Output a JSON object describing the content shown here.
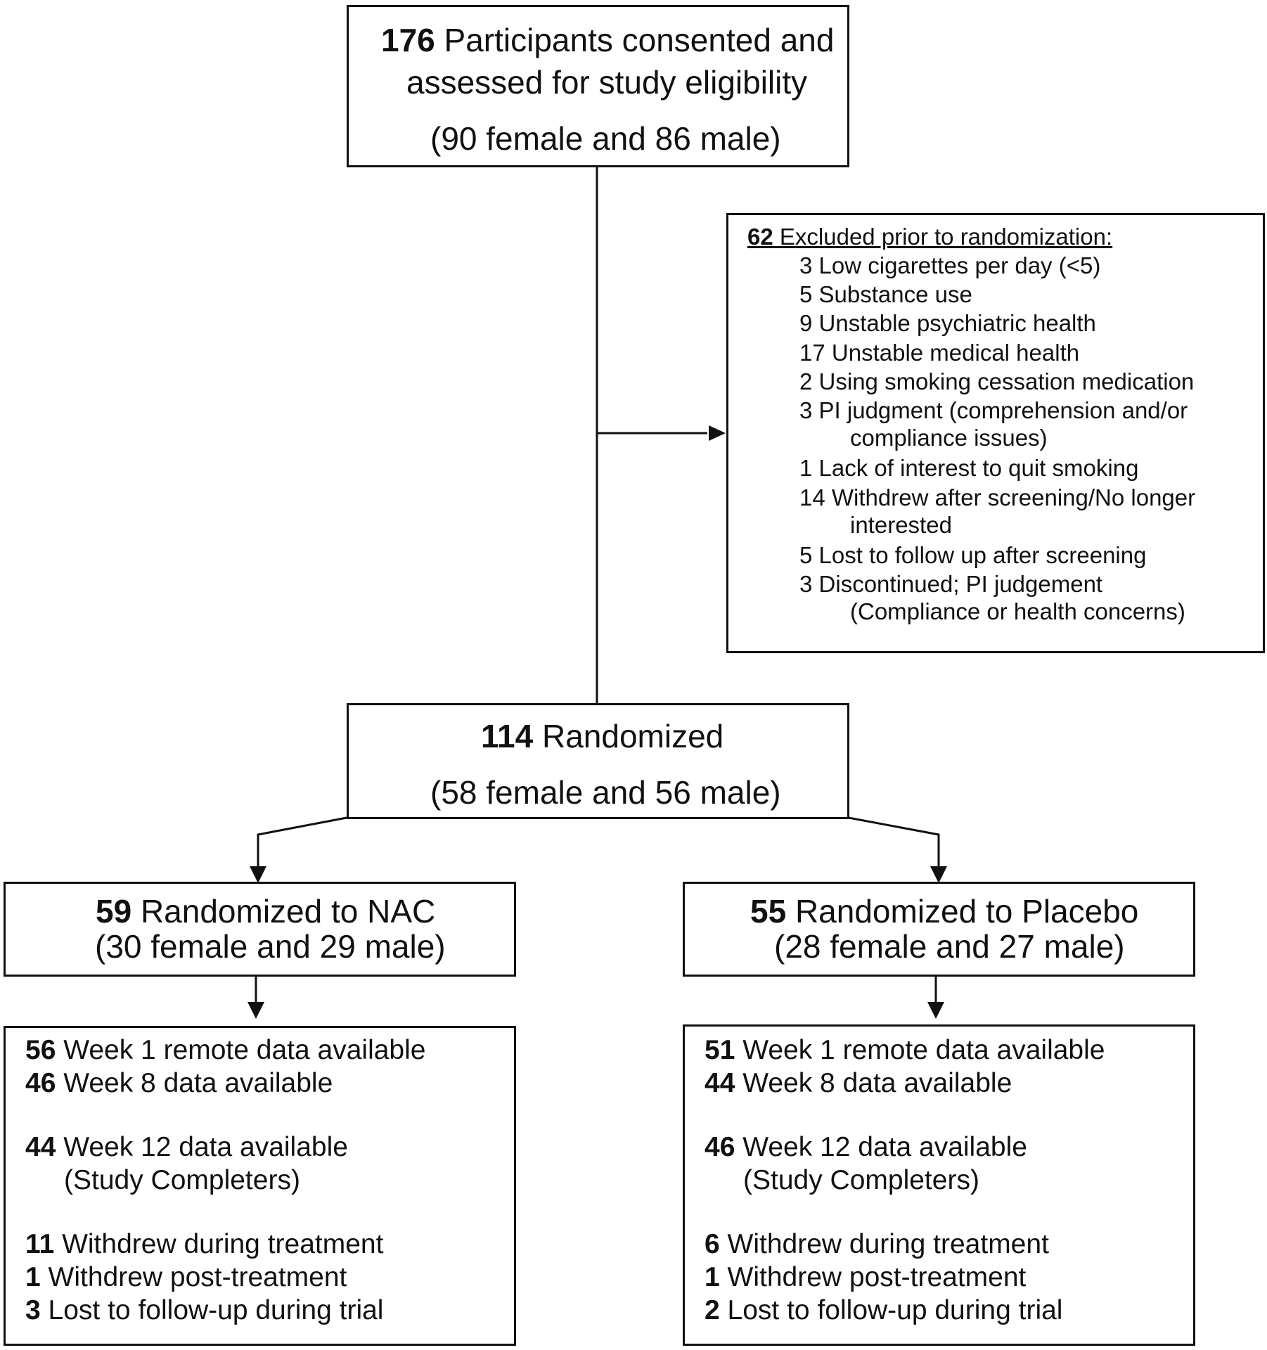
{
  "top": {
    "count": "176",
    "line1": "Participants consented and",
    "line2": "assessed for study eligibility",
    "line3": "(90 female and 86 male)"
  },
  "excluded": {
    "count": "62",
    "heading": "Excluded prior to randomization:",
    "items": [
      {
        "n": "3",
        "text": "Low cigarettes per day (<5)",
        "cont": ""
      },
      {
        "n": "5",
        "text": "Substance use",
        "cont": ""
      },
      {
        "n": "9",
        "text": "Unstable psychiatric health",
        "cont": ""
      },
      {
        "n": "17",
        "text": "Unstable medical health",
        "cont": ""
      },
      {
        "n": "2",
        "text": "Using smoking cessation medication",
        "cont": ""
      },
      {
        "n": "3",
        "text": "PI judgment (comprehension and/or",
        "cont": "compliance issues)"
      },
      {
        "n": "1",
        "text": "Lack of interest to quit smoking",
        "cont": ""
      },
      {
        "n": "14",
        "text": "Withdrew after screening/No longer",
        "cont": "interested"
      },
      {
        "n": "5",
        "text": "Lost to follow up after screening",
        "cont": ""
      },
      {
        "n": "3",
        "text": "Discontinued; PI judgement",
        "cont": "(Compliance or health concerns)"
      }
    ]
  },
  "randomized": {
    "count": "114",
    "label": "Randomized",
    "sub": "(58 female and 56 male)"
  },
  "nac": {
    "count": "59",
    "label": "Randomized to NAC",
    "sub": "(30 female and 29 male)",
    "outcomes": {
      "w1_n": "56",
      "w1": "Week 1 remote data available",
      "w8_n": "46",
      "w8": "Week 8 data available",
      "w12_n": "44",
      "w12": "Week 12 data available",
      "completers": "(Study Completers)",
      "wd_n": "11",
      "wd": "Withdrew during treatment",
      "wp_n": "1",
      "wp": "Withdrew post-treatment",
      "lost_n": "3",
      "lost": "Lost to follow-up during trial"
    }
  },
  "placebo": {
    "count": "55",
    "label": "Randomized to Placebo",
    "sub": "(28 female and 27 male)",
    "outcomes": {
      "w1_n": "51",
      "w1": "Week 1 remote data available",
      "w8_n": "44",
      "w8": "Week 8 data available",
      "w12_n": "46",
      "w12": "Week 12 data available",
      "completers": "(Study Completers)",
      "wd_n": "6",
      "wd": "Withdrew during treatment",
      "wp_n": "1",
      "wp": "Withdrew post-treatment",
      "lost_n": "2",
      "lost": "Lost to follow-up during trial"
    }
  }
}
